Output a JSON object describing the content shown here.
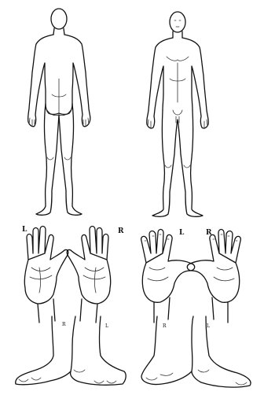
{
  "labels": {
    "palms_left": "L",
    "palms_right": "R",
    "backs_left": "L",
    "backs_right": "R",
    "front_feet_right": "R",
    "front_feet_left": "L",
    "side_feet_right": "R",
    "side_feet_left": "L"
  },
  "colors": {
    "line": "#111111",
    "paper": "#ffffff"
  }
}
